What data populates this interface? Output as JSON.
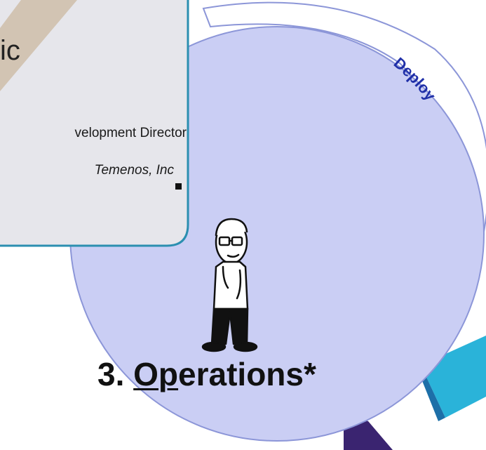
{
  "speaker_card": {
    "name_fragment": "ic",
    "role": "velopment Director",
    "company": "Temenos, Inc"
  },
  "cycle": {
    "arc_label": "Deploy",
    "stage_title": {
      "prefix": "3. ",
      "underlined": "Op",
      "suffix": "erations*"
    }
  },
  "colors": {
    "card_fill": "#E6E6EB",
    "card_border": "#2B8FB0",
    "card_corner_stripe": "#D2C4B3",
    "circle_fill": "#CACEF4",
    "circle_border": "#8C96D8",
    "arc_label": "#1F2FA8",
    "accent_cyan": "#2AB3D9",
    "accent_purple": "#3A2470"
  },
  "icons": [
    "cartoon-man-icon"
  ]
}
